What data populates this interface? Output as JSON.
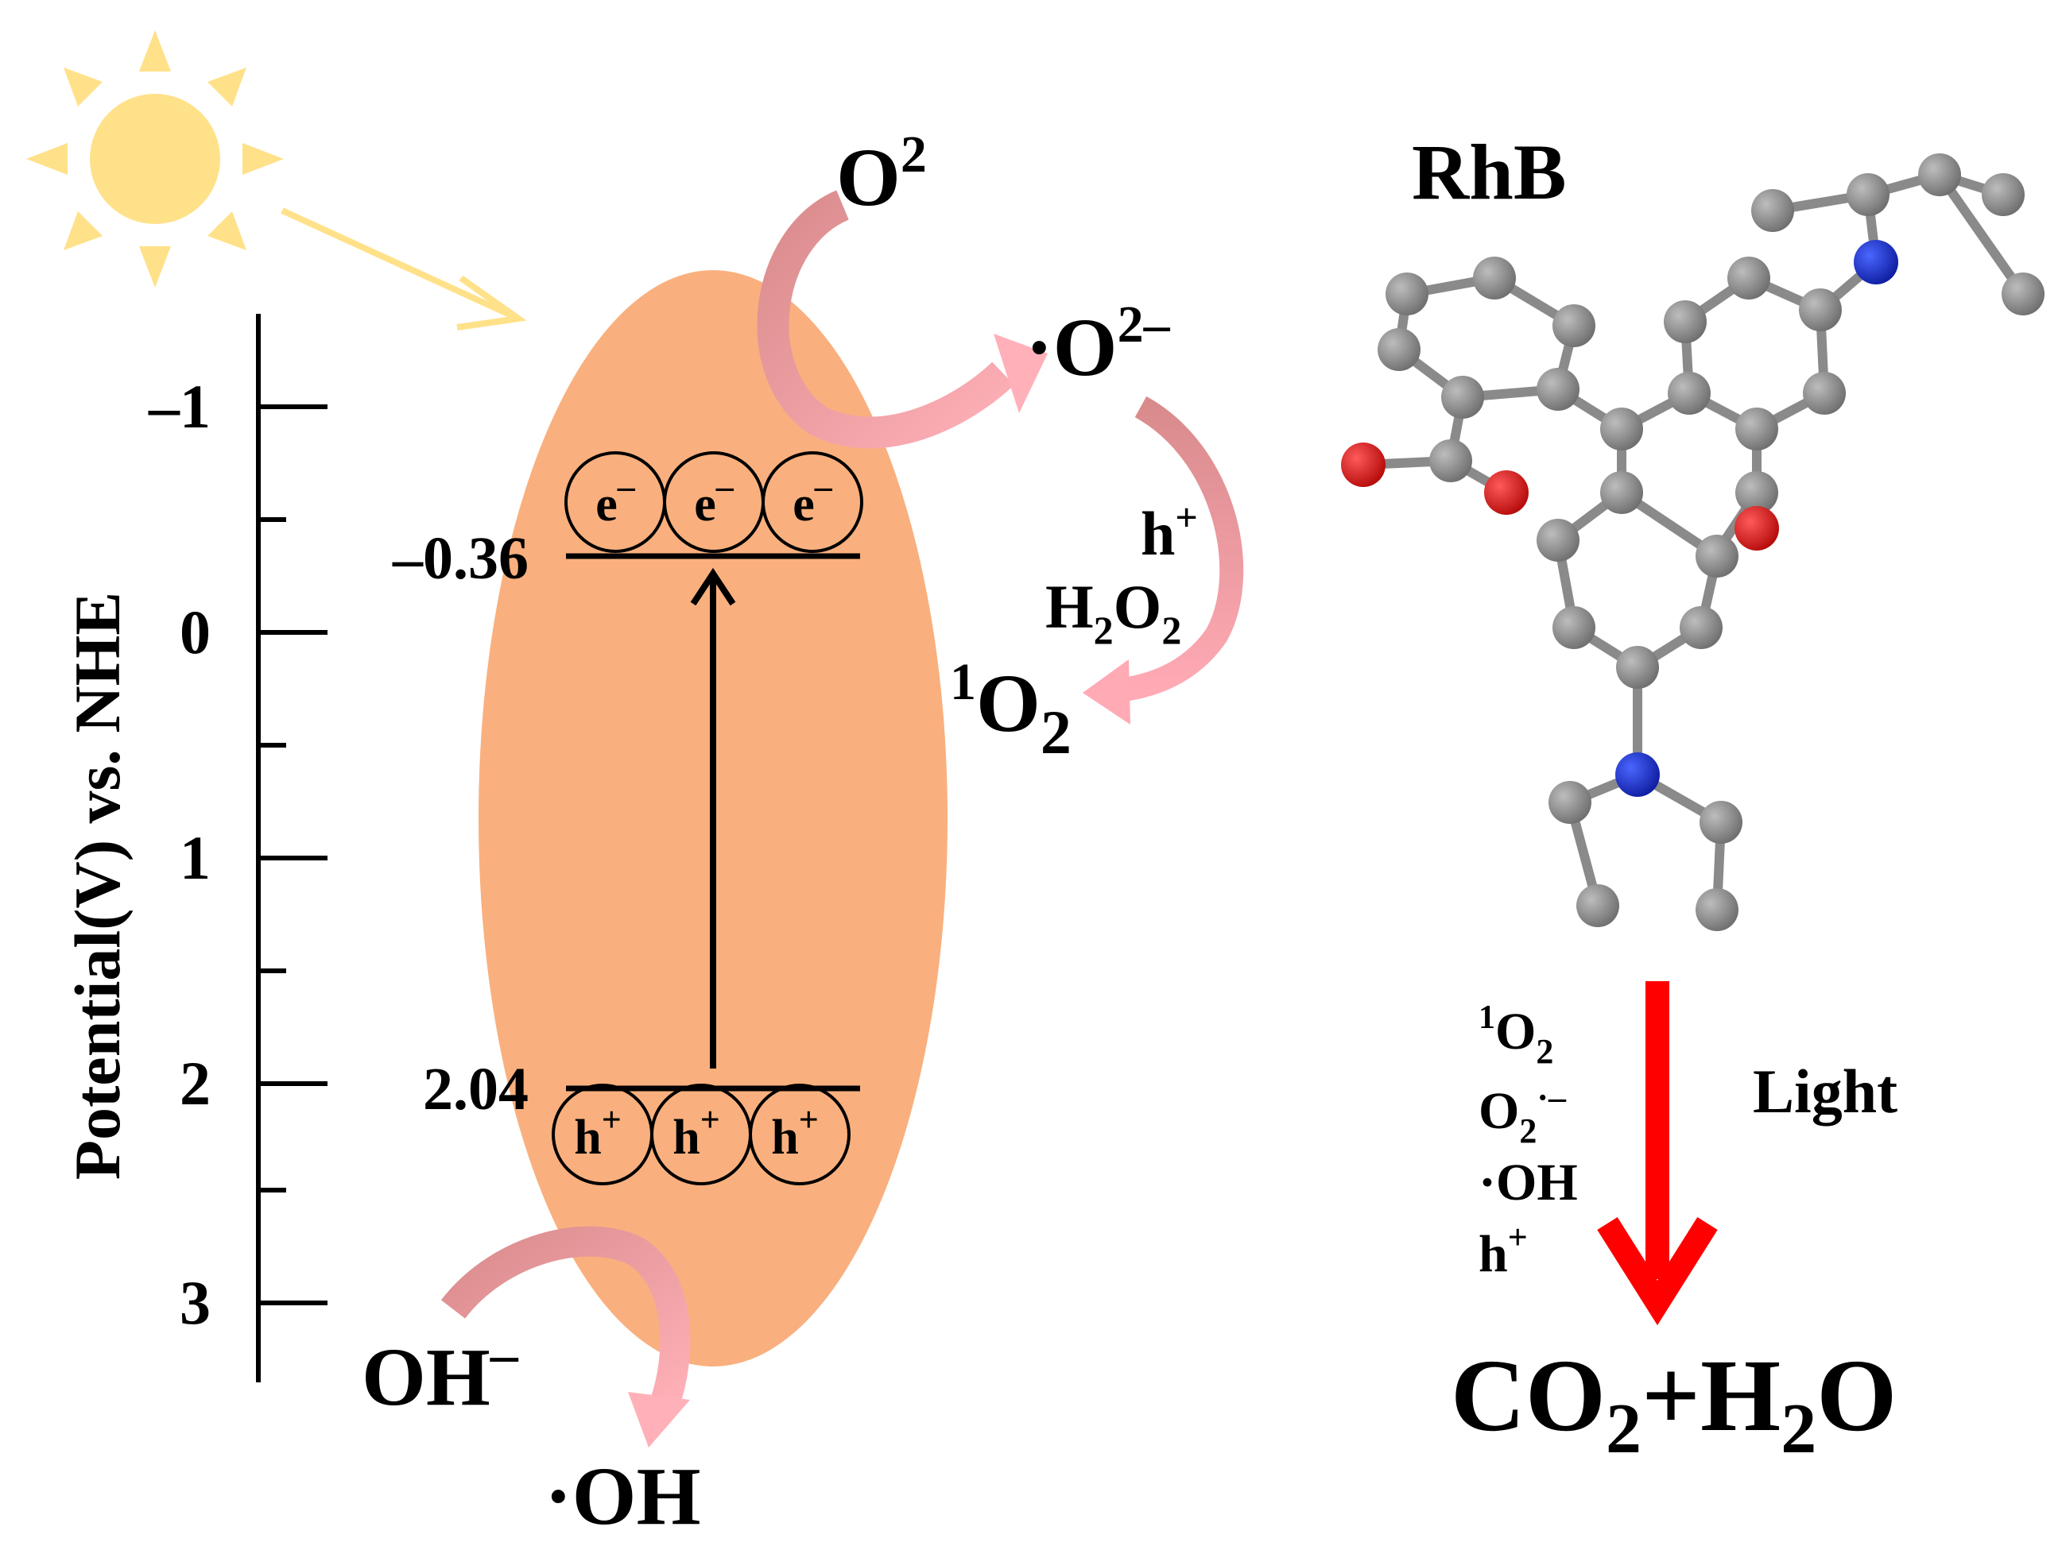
{
  "axis": {
    "title": "Potential(V) vs. NHE",
    "ticks": [
      "–1",
      "0",
      "1",
      "2",
      "3"
    ]
  },
  "bands": {
    "conduction_band_value": "–0.36",
    "valence_band_value": "2.04",
    "electron_label": "e",
    "electron_sup": "–",
    "hole_label": "h",
    "hole_sup": "+"
  },
  "species": {
    "oxygen_base": "O",
    "oxygen_sup": "2",
    "superoxide_prefix": "·O",
    "superoxide_sup": "2–",
    "hplus_base": "h",
    "hplus_sup": "+",
    "h2o2_h": "H",
    "h2o2_sub1": "2",
    "h2o2_o": "O",
    "h2o2_sub2": "2",
    "singlet_sup": "1",
    "singlet_base": "O",
    "singlet_sub": "2",
    "hydroxide_base": "OH",
    "hydroxide_sup": "–",
    "hydroxyl_radical": "·OH"
  },
  "degradation": {
    "molecule_name": "RhB",
    "reactive_list": [
      {
        "sup": "1",
        "base": "O",
        "sub": "2",
        "tail": ""
      },
      {
        "sup": "",
        "base": "O",
        "sub": "2",
        "tail": "·–"
      },
      {
        "sup": "",
        "base": "·OH",
        "sub": "",
        "tail": ""
      },
      {
        "sup": "",
        "base": "h",
        "sub": "",
        "tail": "+"
      }
    ],
    "condition_label": "Light",
    "product_c": "CO",
    "product_sub1": "2",
    "product_plus": "+H",
    "product_sub2": "2",
    "product_o": "O"
  },
  "colors": {
    "sun": "#FFE189",
    "photocatalyst": "#F9B07E",
    "reaction_arrow_start": "#D98B8C",
    "reaction_arrow_end": "#FFB0B8",
    "degradation_arrow": "#FF0000",
    "carbon_atom": "#808080",
    "nitrogen_atom": "#1A2CC8",
    "oxygen_atom": "#E01818"
  },
  "icons": [
    "sun-icon",
    "light-ray-arrow-icon",
    "rhb-molecule-icon"
  ]
}
